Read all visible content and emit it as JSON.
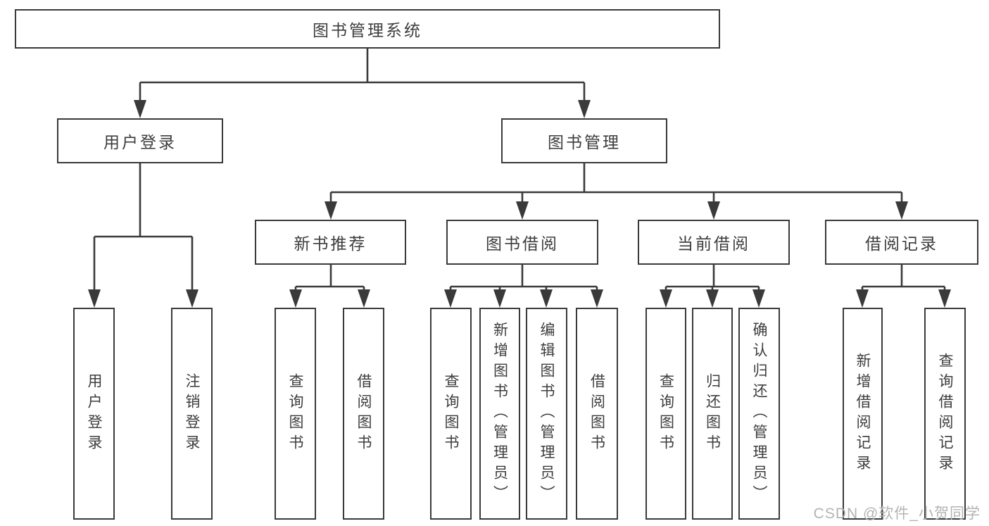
{
  "diagram_title": "图书管理系统",
  "tree": {
    "label": "图书管理系统",
    "children": [
      {
        "label": "用户登录",
        "children": [
          {
            "label": "用户登录"
          },
          {
            "label": "注销登录"
          }
        ]
      },
      {
        "label": "图书管理",
        "children": [
          {
            "label": "新书推荐",
            "children": [
              {
                "label": "查询图书"
              },
              {
                "label": "借阅图书"
              }
            ]
          },
          {
            "label": "图书借阅",
            "children": [
              {
                "label": "查询图书"
              },
              {
                "label": "新增图书（管理员）"
              },
              {
                "label": "编辑图书（管理员）"
              },
              {
                "label": "借阅图书"
              }
            ]
          },
          {
            "label": "当前借阅",
            "children": [
              {
                "label": "查询图书"
              },
              {
                "label": "归还图书"
              },
              {
                "label": "确认归还（管理员）"
              }
            ]
          },
          {
            "label": "借阅记录",
            "children": [
              {
                "label": "新增借阅记录"
              },
              {
                "label": "查询借阅记录"
              }
            ]
          }
        ]
      }
    ]
  },
  "watermark": {
    "text": "CSDN @软件_小贺同学"
  },
  "colors": {
    "line": "#3a3a3a",
    "text": "#3d3d3d",
    "background": "#ffffff",
    "watermark": "#b3b3b3"
  }
}
